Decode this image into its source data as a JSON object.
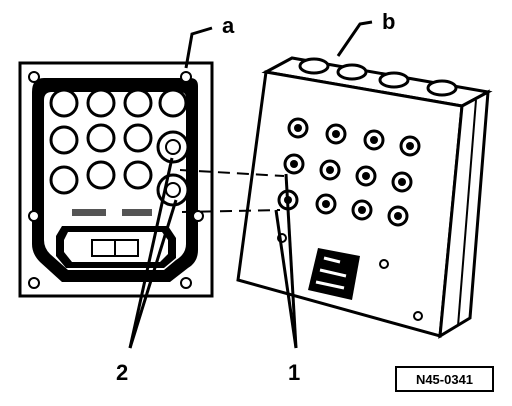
{
  "labels": {
    "a": "a",
    "b": "b",
    "one": "1",
    "two": "2"
  },
  "reference": "N45-0341",
  "colors": {
    "ink": "#000000",
    "paper": "#ffffff",
    "shade": "#555555"
  }
}
